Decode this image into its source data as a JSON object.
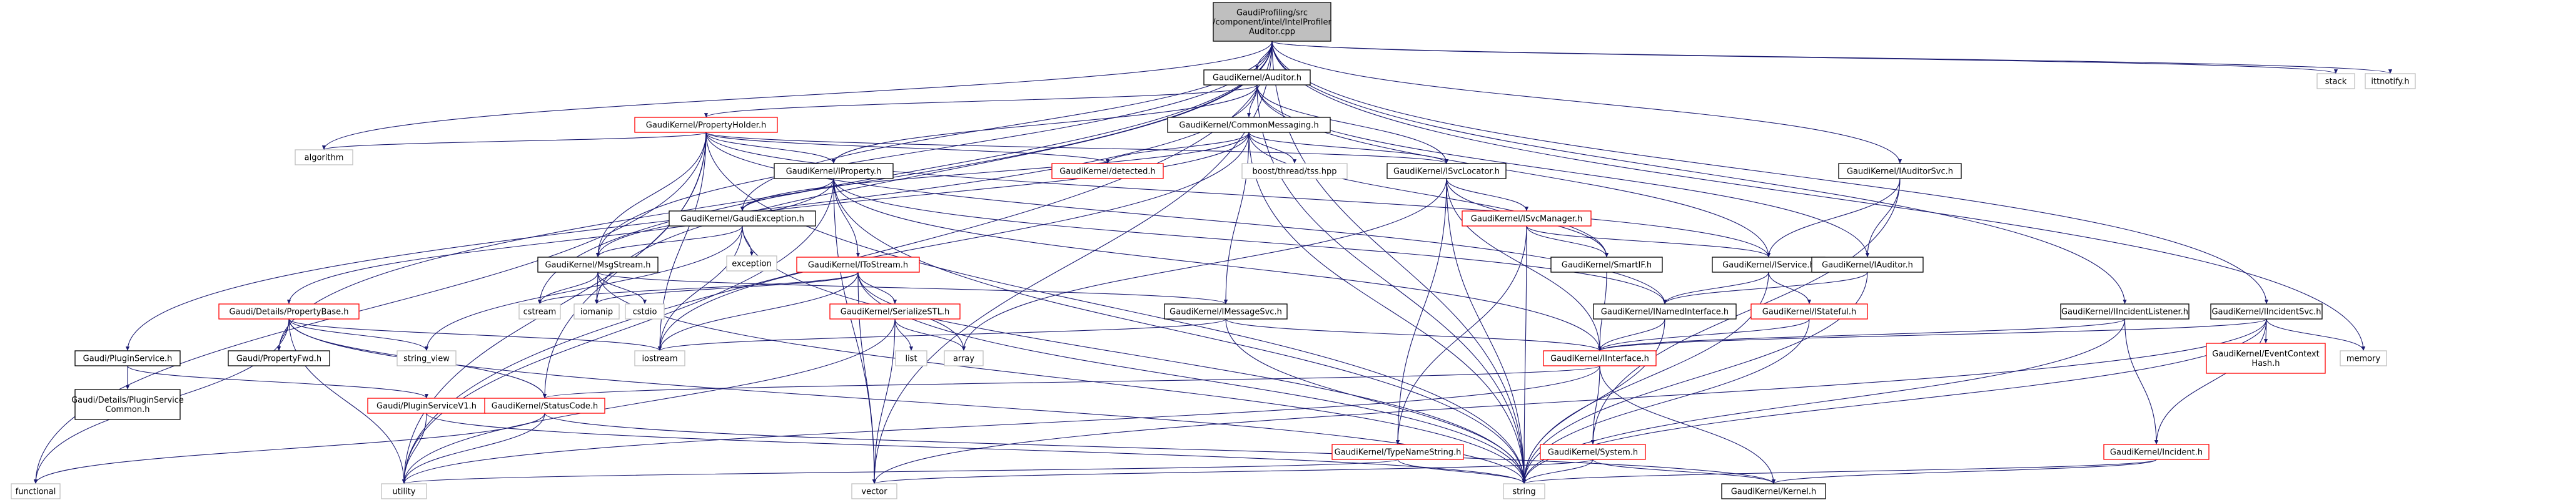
{
  "graph": {
    "root": "GaudiProfiling/src/component/intel/IntelProfilerAuditor.cpp",
    "colors": {
      "root_fill": "#bfbfbf",
      "node_fill": "#ffffff",
      "node_border": "#000000",
      "red_border": "#ff0000",
      "edge": "#191970"
    },
    "nodes": [
      {
        "id": "n0",
        "label": [
          "GaudiProfiling/src",
          "/component/intel/IntelProfiler",
          "Auditor.cpp"
        ],
        "style": "root"
      },
      {
        "id": "n1",
        "label": [
          "GaudiKernel/Auditor.h"
        ],
        "style": "normal"
      },
      {
        "id": "n2",
        "label": [
          "stack"
        ],
        "style": "plain"
      },
      {
        "id": "n3",
        "label": [
          "ittnotify.h"
        ],
        "style": "plain"
      },
      {
        "id": "n4",
        "label": [
          "GaudiKernel/PropertyHolder.h"
        ],
        "style": "red"
      },
      {
        "id": "n5",
        "label": [
          "GaudiKernel/CommonMessaging.h"
        ],
        "style": "normal"
      },
      {
        "id": "n6",
        "label": [
          "algorithm"
        ],
        "style": "plain"
      },
      {
        "id": "n7",
        "label": [
          "GaudiKernel/IProperty.h"
        ],
        "style": "normal"
      },
      {
        "id": "n8",
        "label": [
          "GaudiKernel/detected.h"
        ],
        "style": "red"
      },
      {
        "id": "n9",
        "label": [
          "boost/thread/tss.hpp"
        ],
        "style": "plain"
      },
      {
        "id": "n10",
        "label": [
          "GaudiKernel/ISvcLocator.h"
        ],
        "style": "normal"
      },
      {
        "id": "n11",
        "label": [
          "GaudiKernel/IAuditorSvc.h"
        ],
        "style": "normal"
      },
      {
        "id": "n12",
        "label": [
          "GaudiKernel/GaudiException.h"
        ],
        "style": "normal"
      },
      {
        "id": "n13",
        "label": [
          "GaudiKernel/ISvcManager.h"
        ],
        "style": "red"
      },
      {
        "id": "n14",
        "label": [
          "exception"
        ],
        "style": "plain"
      },
      {
        "id": "n15",
        "label": [
          "GaudiKernel/MsgStream.h"
        ],
        "style": "normal"
      },
      {
        "id": "n16",
        "label": [
          "GaudiKernel/IToStream.h"
        ],
        "style": "red"
      },
      {
        "id": "n17",
        "label": [
          "GaudiKernel/SmartIF.h"
        ],
        "style": "normal"
      },
      {
        "id": "n18",
        "label": [
          "GaudiKernel/IService.h"
        ],
        "style": "normal"
      },
      {
        "id": "n19",
        "label": [
          "GaudiKernel/IAuditor.h"
        ],
        "style": "normal"
      },
      {
        "id": "n20",
        "label": [
          "Gaudi/Details/PropertyBase.h"
        ],
        "style": "red"
      },
      {
        "id": "n21",
        "label": [
          "cstream"
        ],
        "style": "plain"
      },
      {
        "id": "n22",
        "label": [
          "iomanip"
        ],
        "style": "plain"
      },
      {
        "id": "n23",
        "label": [
          "cstdio"
        ],
        "style": "plain"
      },
      {
        "id": "n24",
        "label": [
          "GaudiKernel/SerializeSTL.h"
        ],
        "style": "red"
      },
      {
        "id": "n25",
        "label": [
          "GaudiKernel/IMessageSvc.h"
        ],
        "style": "normal"
      },
      {
        "id": "n26",
        "label": [
          "GaudiKernel/INamedInterface.h"
        ],
        "style": "normal"
      },
      {
        "id": "n27",
        "label": [
          "GaudiKernel/IStateful.h"
        ],
        "style": "red"
      },
      {
        "id": "n28",
        "label": [
          "GaudiKernel/IIncidentListener.h"
        ],
        "style": "normal"
      },
      {
        "id": "n29",
        "label": [
          "GaudiKernel/IIncidentSvc.h"
        ],
        "style": "normal"
      },
      {
        "id": "n30",
        "label": [
          "memory"
        ],
        "style": "plain"
      },
      {
        "id": "n31",
        "label": [
          "Gaudi/PluginService.h"
        ],
        "style": "normal"
      },
      {
        "id": "n32",
        "label": [
          "Gaudi/PropertyFwd.h"
        ],
        "style": "normal"
      },
      {
        "id": "n33",
        "label": [
          "string_view"
        ],
        "style": "plain"
      },
      {
        "id": "n34",
        "label": [
          "list"
        ],
        "style": "plain"
      },
      {
        "id": "n35",
        "label": [
          "array"
        ],
        "style": "plain"
      },
      {
        "id": "n36",
        "label": [
          "iostream"
        ],
        "style": "plain"
      },
      {
        "id": "n37",
        "label": [
          "GaudiKernel/IInterface.h"
        ],
        "style": "red"
      },
      {
        "id": "n38",
        "label": [
          "GaudiKernel/EventContext",
          "Hash.h"
        ],
        "style": "red"
      },
      {
        "id": "n39",
        "label": [
          "Gaudi/Details/PluginService",
          "Common.h"
        ],
        "style": "normal"
      },
      {
        "id": "n40",
        "label": [
          "Gaudi/PluginServiceV1.h"
        ],
        "style": "red"
      },
      {
        "id": "n41",
        "label": [
          "GaudiKernel/StatusCode.h"
        ],
        "style": "red"
      },
      {
        "id": "n42",
        "label": [
          "GaudiKernel/TypeNameString.h"
        ],
        "style": "red"
      },
      {
        "id": "n43",
        "label": [
          "GaudiKernel/System.h"
        ],
        "style": "red"
      },
      {
        "id": "n44",
        "label": [
          "GaudiKernel/Incident.h"
        ],
        "style": "red"
      },
      {
        "id": "n45",
        "label": [
          "functional"
        ],
        "style": "plain"
      },
      {
        "id": "n46",
        "label": [
          "utility"
        ],
        "style": "plain"
      },
      {
        "id": "n47",
        "label": [
          "vector"
        ],
        "style": "plain"
      },
      {
        "id": "n48",
        "label": [
          "string"
        ],
        "style": "plain"
      },
      {
        "id": "n49",
        "label": [
          "GaudiKernel/Kernel.h"
        ],
        "style": "normal"
      }
    ],
    "edges": [
      [
        "n0",
        "n1"
      ],
      [
        "n0",
        "n2"
      ],
      [
        "n0",
        "n3"
      ],
      [
        "n0",
        "n6"
      ],
      [
        "n0",
        "n11"
      ],
      [
        "n0",
        "n12"
      ],
      [
        "n0",
        "n15"
      ],
      [
        "n0",
        "n21"
      ],
      [
        "n0",
        "n28"
      ],
      [
        "n0",
        "n29"
      ],
      [
        "n0",
        "n30"
      ],
      [
        "n0",
        "n32"
      ],
      [
        "n0",
        "n47"
      ],
      [
        "n0",
        "n48"
      ],
      [
        "n0",
        "n22"
      ],
      [
        "n0",
        "n46"
      ],
      [
        "n1",
        "n4"
      ],
      [
        "n1",
        "n5"
      ],
      [
        "n1",
        "n7"
      ],
      [
        "n1",
        "n10"
      ],
      [
        "n1",
        "n18"
      ],
      [
        "n1",
        "n19"
      ],
      [
        "n1",
        "n31"
      ],
      [
        "n1",
        "n48"
      ],
      [
        "n4",
        "n6"
      ],
      [
        "n4",
        "n7"
      ],
      [
        "n4",
        "n8"
      ],
      [
        "n4",
        "n10"
      ],
      [
        "n4",
        "n15"
      ],
      [
        "n4",
        "n18"
      ],
      [
        "n4",
        "n26"
      ],
      [
        "n4",
        "n36"
      ],
      [
        "n4",
        "n45"
      ],
      [
        "n4",
        "n48"
      ],
      [
        "n4",
        "n41"
      ],
      [
        "n4",
        "n46"
      ],
      [
        "n5",
        "n8"
      ],
      [
        "n5",
        "n9"
      ],
      [
        "n5",
        "n10"
      ],
      [
        "n5",
        "n12"
      ],
      [
        "n5",
        "n15"
      ],
      [
        "n5",
        "n25"
      ],
      [
        "n5",
        "n36"
      ],
      [
        "n5",
        "n48"
      ],
      [
        "n5",
        "n17"
      ],
      [
        "n7",
        "n12"
      ],
      [
        "n7",
        "n16"
      ],
      [
        "n7",
        "n20"
      ],
      [
        "n7",
        "n26"
      ],
      [
        "n7",
        "n37"
      ],
      [
        "n7",
        "n47"
      ],
      [
        "n7",
        "n48"
      ],
      [
        "n7",
        "n46"
      ],
      [
        "n10",
        "n13"
      ],
      [
        "n10",
        "n17"
      ],
      [
        "n10",
        "n37"
      ],
      [
        "n10",
        "n42"
      ],
      [
        "n10",
        "n48"
      ],
      [
        "n10",
        "n35"
      ],
      [
        "n11",
        "n18"
      ],
      [
        "n11",
        "n19"
      ],
      [
        "n11",
        "n43"
      ],
      [
        "n12",
        "n14"
      ],
      [
        "n12",
        "n15"
      ],
      [
        "n12",
        "n33"
      ],
      [
        "n12",
        "n36"
      ],
      [
        "n12",
        "n48"
      ],
      [
        "n13",
        "n17"
      ],
      [
        "n13",
        "n18"
      ],
      [
        "n13",
        "n42"
      ],
      [
        "n13",
        "n48"
      ],
      [
        "n15",
        "n21"
      ],
      [
        "n15",
        "n22"
      ],
      [
        "n15",
        "n23"
      ],
      [
        "n15",
        "n25"
      ],
      [
        "n15",
        "n48"
      ],
      [
        "n16",
        "n21"
      ],
      [
        "n16",
        "n22"
      ],
      [
        "n16",
        "n24"
      ],
      [
        "n16",
        "n35"
      ],
      [
        "n16",
        "n36"
      ],
      [
        "n16",
        "n47"
      ],
      [
        "n16",
        "n48"
      ],
      [
        "n17",
        "n37"
      ],
      [
        "n18",
        "n26"
      ],
      [
        "n18",
        "n27"
      ],
      [
        "n18",
        "n48"
      ],
      [
        "n19",
        "n26"
      ],
      [
        "n19",
        "n48"
      ],
      [
        "n20",
        "n32"
      ],
      [
        "n20",
        "n33"
      ],
      [
        "n20",
        "n36"
      ],
      [
        "n20",
        "n41"
      ],
      [
        "n20",
        "n45"
      ],
      [
        "n20",
        "n46"
      ],
      [
        "n20",
        "n48"
      ],
      [
        "n24",
        "n34"
      ],
      [
        "n24",
        "n35"
      ],
      [
        "n24",
        "n46"
      ],
      [
        "n24",
        "n47"
      ],
      [
        "n25",
        "n36"
      ],
      [
        "n25",
        "n37"
      ],
      [
        "n25",
        "n48"
      ],
      [
        "n26",
        "n37"
      ],
      [
        "n26",
        "n48"
      ],
      [
        "n27",
        "n37"
      ],
      [
        "n27",
        "n48"
      ],
      [
        "n28",
        "n37"
      ],
      [
        "n28",
        "n44"
      ],
      [
        "n28",
        "n48"
      ],
      [
        "n29",
        "n30"
      ],
      [
        "n29",
        "n37"
      ],
      [
        "n29",
        "n38"
      ],
      [
        "n29",
        "n44"
      ],
      [
        "n29",
        "n47"
      ],
      [
        "n29",
        "n48"
      ],
      [
        "n31",
        "n39"
      ],
      [
        "n31",
        "n40"
      ],
      [
        "n37",
        "n41"
      ],
      [
        "n37",
        "n43"
      ],
      [
        "n37",
        "n46"
      ],
      [
        "n37",
        "n49"
      ],
      [
        "n40",
        "n46"
      ],
      [
        "n40",
        "n48"
      ],
      [
        "n41",
        "n45"
      ],
      [
        "n41",
        "n46"
      ],
      [
        "n41",
        "n49"
      ],
      [
        "n42",
        "n48"
      ],
      [
        "n42",
        "n46"
      ],
      [
        "n43",
        "n48"
      ],
      [
        "n43",
        "n47"
      ],
      [
        "n43",
        "n49"
      ],
      [
        "n44",
        "n48"
      ],
      [
        "n44",
        "n49"
      ]
    ]
  }
}
